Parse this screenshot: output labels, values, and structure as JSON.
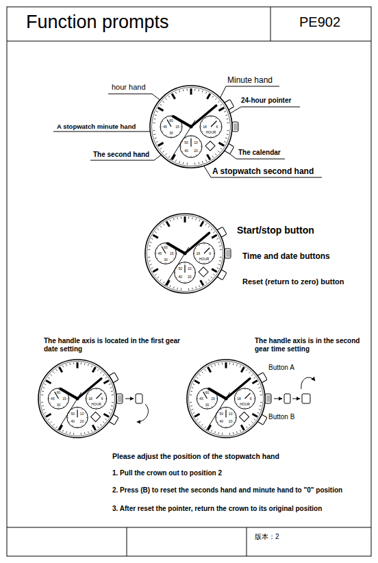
{
  "diagram": {
    "title": "Function prompts",
    "labels": [
      "PE902",
      "hour hand",
      "Minute hand",
      "24-hour pointer",
      "A stopwatch minute hand",
      "The second hand",
      "The calendar",
      "A stopwatch second hand",
      "Start/stop button",
      "Time and date buttons",
      "Reset (return to zero) button",
      "The handle axis is located in the first gear date setting",
      "The handle axis is in the second gear time setting",
      "Button A",
      "Button B",
      "Please adjust the position of the stopwatch hand",
      "1. Pull the crown out to position 2",
      "2. Press (B) to reset the seconds hand and minute hand to \"0\" position",
      "3. After reset the pointer, return the crown to its original position",
      "版本：2",
      "60",
      "15",
      "45",
      "30",
      "18",
      "6",
      "HOUR",
      "50",
      "10",
      "40",
      "20",
      "60",
      "15",
      "45",
      "30",
      "18",
      "6",
      "HOUR",
      "50",
      "10",
      "40",
      "20",
      "60",
      "15",
      "45",
      "30",
      "18",
      "6",
      "HOUR",
      "50",
      "10",
      "40",
      "20",
      "60",
      "15",
      "45",
      "30",
      "18",
      "6",
      "HOUR",
      "50",
      "10",
      "40",
      "20"
    ]
  }
}
